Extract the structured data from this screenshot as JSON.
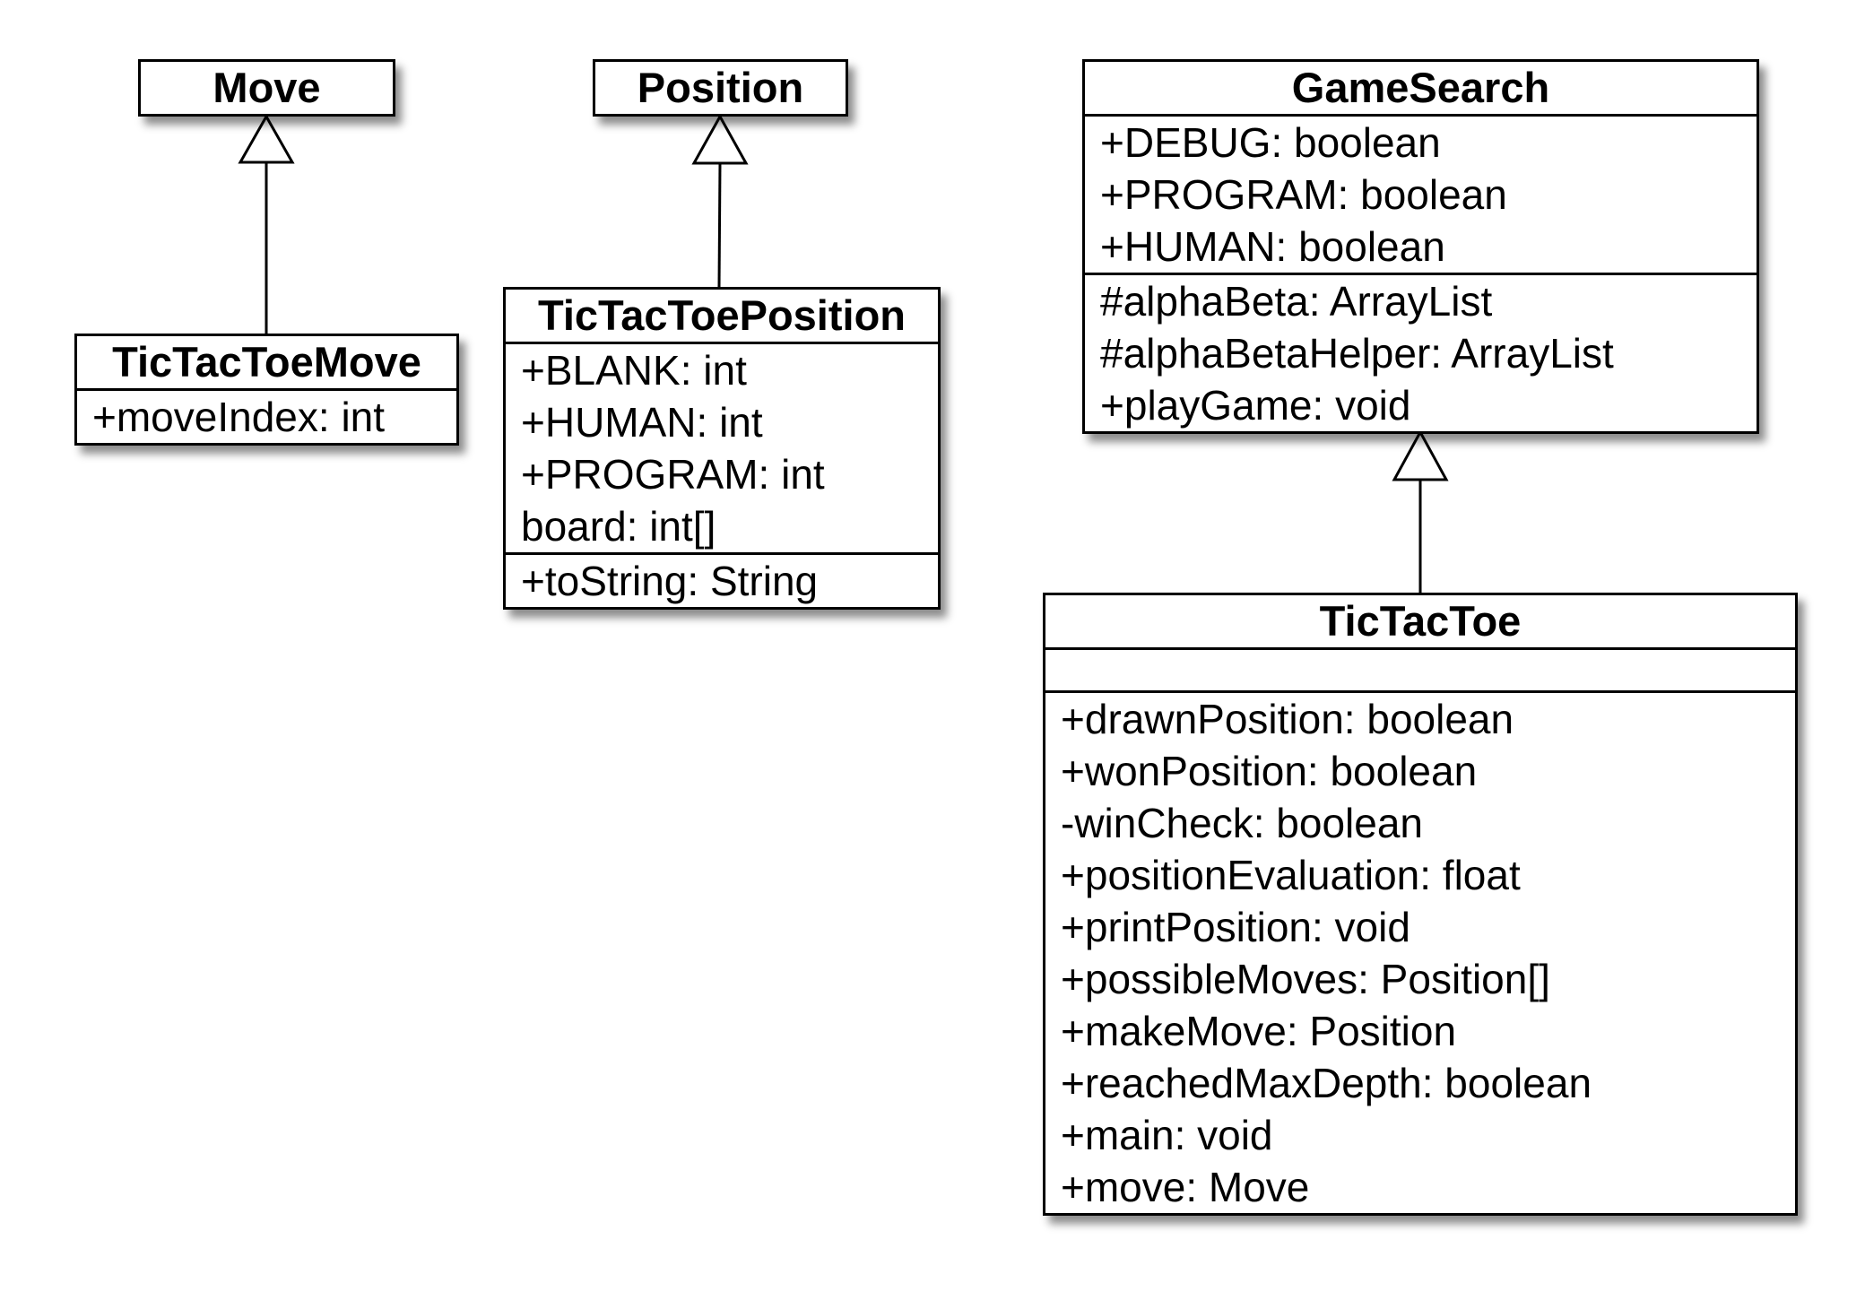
{
  "classes": {
    "move": {
      "name": "Move"
    },
    "position": {
      "name": "Position"
    },
    "game_search": {
      "name": "GameSearch",
      "attributes": [
        "+DEBUG: boolean",
        "+PROGRAM: boolean",
        "+HUMAN: boolean"
      ],
      "operations": [
        "#alphaBeta: ArrayList",
        "#alphaBetaHelper: ArrayList",
        "+playGame: void"
      ]
    },
    "tic_tac_toe_move": {
      "name": "TicTacToeMove",
      "attributes": [
        "+moveIndex: int"
      ]
    },
    "tic_tac_toe_position": {
      "name": "TicTacToePosition",
      "attributes": [
        "+BLANK: int",
        "+HUMAN: int",
        "+PROGRAM: int",
        "board: int[]"
      ],
      "operations": [
        "+toString: String"
      ]
    },
    "tic_tac_toe": {
      "name": "TicTacToe",
      "attributes": [],
      "operations": [
        "+drawnPosition: boolean",
        "+wonPosition: boolean",
        "-winCheck: boolean",
        "+positionEvaluation: float",
        "+printPosition: void",
        "+possibleMoves: Position[]",
        "+makeMove: Position",
        "+reachedMaxDepth: boolean",
        "+main: void",
        "+move: Move"
      ]
    }
  },
  "relations": [
    {
      "type": "generalization",
      "from": "TicTacToeMove",
      "to": "Move"
    },
    {
      "type": "generalization",
      "from": "TicTacToePosition",
      "to": "Position"
    },
    {
      "type": "generalization",
      "from": "TicTacToe",
      "to": "GameSearch"
    }
  ]
}
